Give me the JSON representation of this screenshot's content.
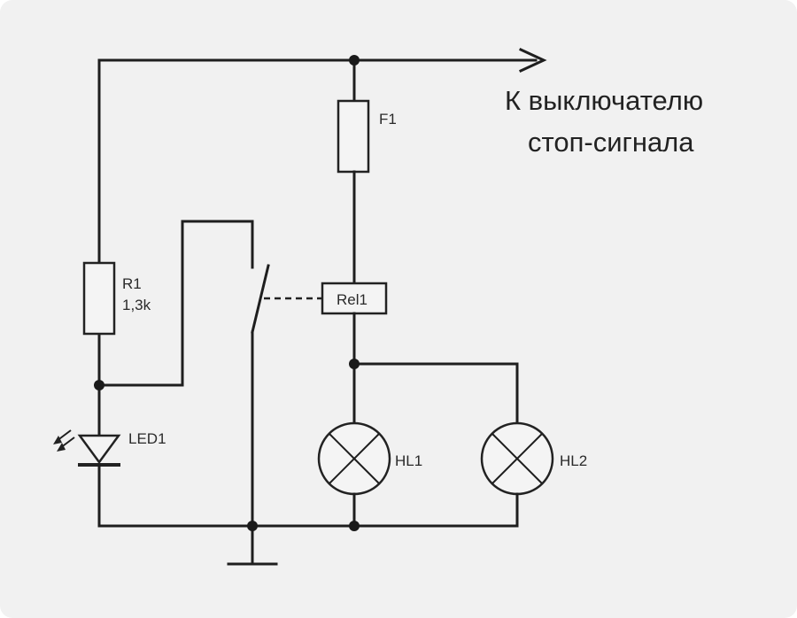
{
  "caption": {
    "line1": "К выключателю",
    "line2": "стоп-сигнала"
  },
  "components": {
    "fuse": "F1",
    "resistor_name": "R1",
    "resistor_value": "1,3k",
    "relay": "Rel1",
    "led": "LED1",
    "lamp1": "HL1",
    "lamp2": "HL2"
  },
  "colors": {
    "background": "#f1f1f1",
    "wire": "#1e1e1e"
  },
  "icons": [
    "arrow-right-icon",
    "ground-icon",
    "led-icon",
    "lamp-icon",
    "switch-icon"
  ]
}
